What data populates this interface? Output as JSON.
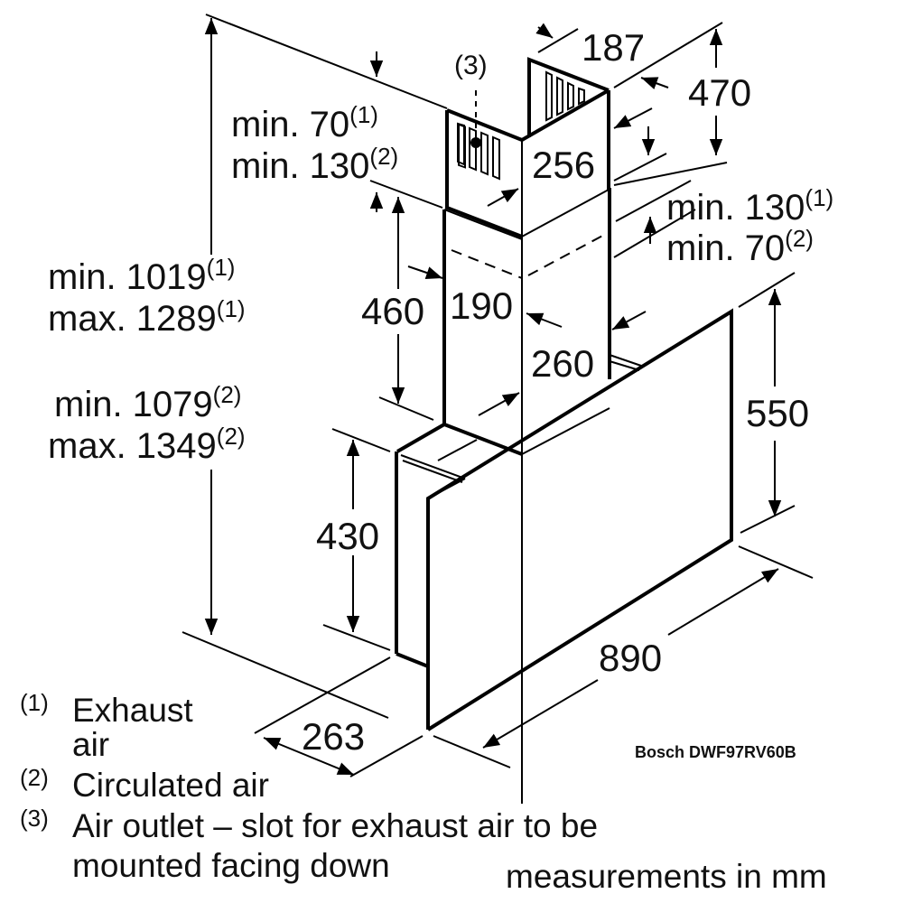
{
  "diagram": {
    "title": "Bosch DWF97RV60B",
    "units_note": "measurements in mm",
    "outlet_marker": "(3)",
    "dimensions": {
      "top_depth": "187",
      "top_height": "470",
      "chimney_upper_width": "256",
      "chimney_lower_depth": "190",
      "chimney_lower_width": "260",
      "chimney_lower_height": "460",
      "body_height": "430",
      "panel_height": "550",
      "width": "890",
      "depth": "263"
    },
    "clearances": {
      "top_left_line1": {
        "text": "min. 70",
        "ref": "(1)"
      },
      "top_left_line2": {
        "text": "min. 130",
        "ref": "(2)"
      },
      "right_line1": {
        "text": "min. 130",
        "ref": "(1)"
      },
      "right_line2": {
        "text": "min. 70",
        "ref": "(2)"
      }
    },
    "overall_height": {
      "exhaust_min": {
        "text": "min. 1019",
        "ref": "(1)"
      },
      "exhaust_max": {
        "text": "max. 1289",
        "ref": "(1)"
      },
      "circulated_min": {
        "text": "min. 1079",
        "ref": "(2)"
      },
      "circulated_max": {
        "text": "max. 1349",
        "ref": "(2)"
      }
    },
    "legend": [
      {
        "ref": "(1)",
        "line1": "Exhaust",
        "line2": "air"
      },
      {
        "ref": "(2)",
        "line1": "Circulated air",
        "line2": ""
      },
      {
        "ref": "(3)",
        "line1": "Air outlet – slot for exhaust air to be",
        "line2": "mounted facing down"
      }
    ]
  }
}
